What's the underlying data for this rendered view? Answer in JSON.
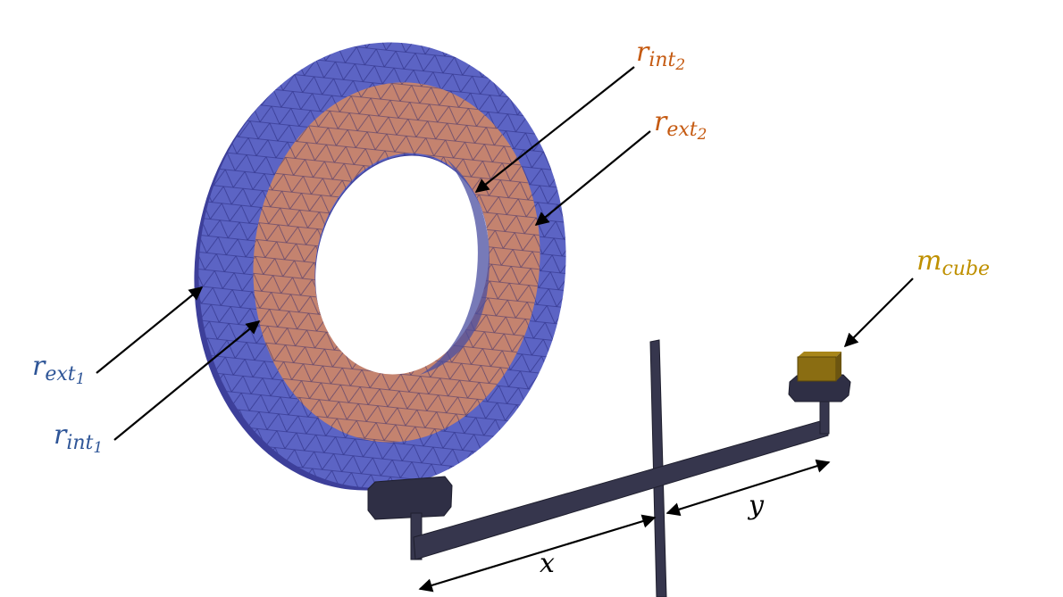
{
  "colors": {
    "outer_ring": "#5c64c4",
    "inner_ring": "#c4836f",
    "mesh_line": "#1a1a6a",
    "rod": "#36364d",
    "rod_edge": "#1f1f2e",
    "cube": "#8a6d12",
    "blue_label": "#2e5597",
    "orange_label": "#c55a11",
    "gold_label": "#bf9000",
    "arrow": "#000000"
  },
  "labels": {
    "r_int2": {
      "base": "r",
      "sub": "int",
      "sub2": "2"
    },
    "r_ext2": {
      "base": "r",
      "sub": "ext",
      "sub2": "2"
    },
    "r_ext1": {
      "base": "r",
      "sub": "ext",
      "sub2": "1"
    },
    "r_int1": {
      "base": "r",
      "sub": "int",
      "sub2": "1"
    },
    "m_cube": {
      "base": "m",
      "sub": "cube"
    },
    "x": "x",
    "y": "y"
  }
}
